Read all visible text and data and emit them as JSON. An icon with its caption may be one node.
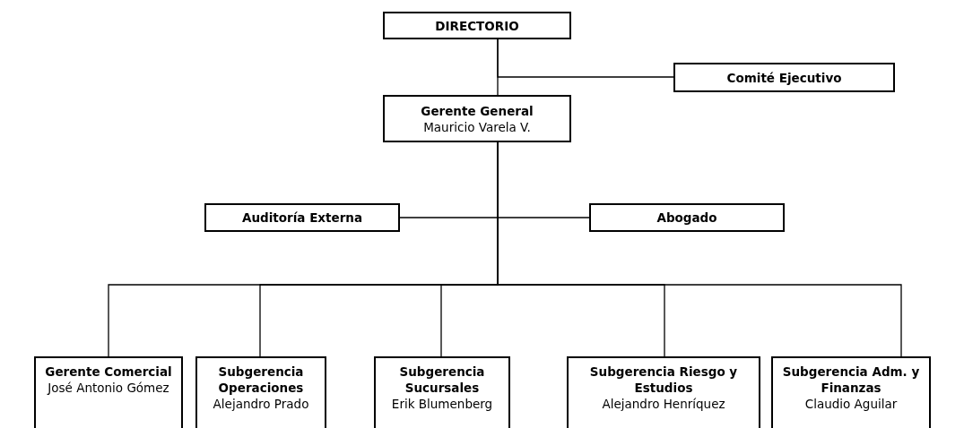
{
  "diagram": {
    "nodes": [
      {
        "text": [
          "DIRECTORIO"
        ]
      },
      {
        "text": [
          "Comité Ejecutivo"
        ]
      },
      {
        "text": [
          "Gerente General",
          "Mauricio Varela V."
        ]
      },
      {
        "text": [
          "Auditoría Externa"
        ]
      },
      {
        "text": [
          "Abogado"
        ]
      },
      {
        "text": [
          "Gerente Comercial",
          "José Antonio Gómez"
        ]
      },
      {
        "text": [
          "Subgerencia Operaciones",
          "Alejandro Prado"
        ]
      },
      {
        "text": [
          "Subgerencia Sucursales",
          "Erik Blumenberg"
        ]
      },
      {
        "text": [
          "Subgerencia Riesgo y Estudios",
          "Alejandro Henríquez"
        ]
      },
      {
        "text": [
          "Subgerencia Adm. y Finanzas",
          "Claudio Aguilar"
        ]
      }
    ],
    "edges": [
      {
        "from": 0,
        "to": 2,
        "arrow": "none"
      },
      {
        "from": 0,
        "to": 1,
        "arrow": "none"
      },
      {
        "from": 2,
        "to": 3,
        "arrow": "none"
      },
      {
        "from": 2,
        "to": 4,
        "arrow": "none"
      },
      {
        "from": 2,
        "to": 5,
        "arrow": "none"
      },
      {
        "from": 2,
        "to": 6,
        "arrow": "none"
      },
      {
        "from": 2,
        "to": 7,
        "arrow": "none"
      },
      {
        "from": 2,
        "to": 8,
        "arrow": "none"
      },
      {
        "from": 2,
        "to": 9,
        "arrow": "none"
      }
    ]
  }
}
